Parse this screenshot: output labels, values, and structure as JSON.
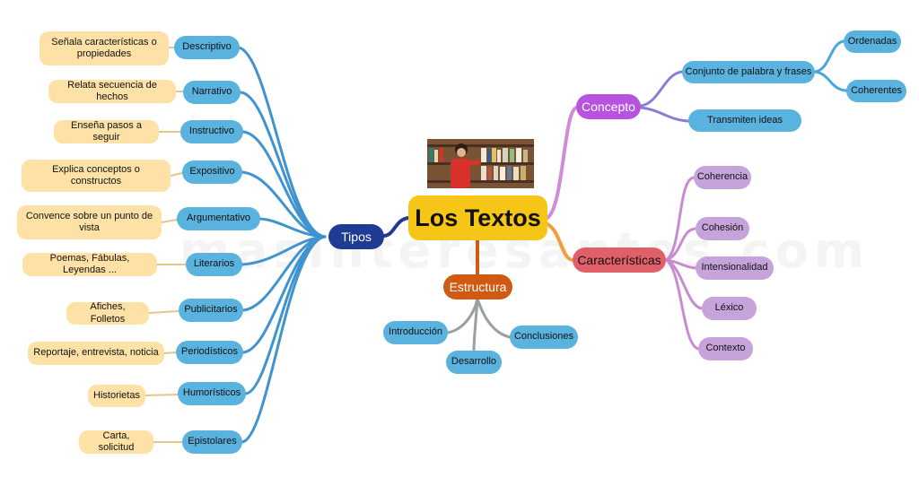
{
  "watermark": "masinteresantes.com",
  "central": {
    "title": "Los Textos"
  },
  "colors": {
    "central": "#f5c518",
    "tipos": "#1f3b94",
    "concepto": "#b853e0",
    "caracteristicas": "#e0606a",
    "estructura": "#d15a12",
    "blue_node": "#5ab3de",
    "tan_node": "#fde1a6",
    "lilac_node": "#c7a3dc"
  },
  "tipos": {
    "label": "Tipos",
    "items": [
      {
        "type": "Descriptivo",
        "desc": "Señala características o propiedades"
      },
      {
        "type": "Narrativo",
        "desc": "Relata secuencia de hechos"
      },
      {
        "type": "Instructivo",
        "desc": "Enseña pasos a seguir"
      },
      {
        "type": "Expositivo",
        "desc": "Explica conceptos o constructos"
      },
      {
        "type": "Argumentativo",
        "desc": "Convence sobre un punto de vista"
      },
      {
        "type": "Literarios",
        "desc": "Poemas, Fábulas, Leyendas ..."
      },
      {
        "type": "Publicitarios",
        "desc": "Afiches, Folletos"
      },
      {
        "type": "Periodísticos",
        "desc": "Reportaje, entrevista, noticia"
      },
      {
        "type": "Humorísticos",
        "desc": "Historietas"
      },
      {
        "type": "Epistolares",
        "desc": "Carta, solicitud"
      }
    ]
  },
  "concepto": {
    "label": "Concepto",
    "conjunto": "Conjunto de palabra y frases",
    "ordenadas": "Ordenadas",
    "coherentes": "Coherentes",
    "transmiten": "Transmiten ideas"
  },
  "caracteristicas": {
    "label": "Características",
    "items": [
      "Coherencia",
      "Cohesión",
      "Intensionalidad",
      "Léxico",
      "Contexto"
    ]
  },
  "estructura": {
    "label": "Estructura",
    "introduccion": "Introducción",
    "desarrollo": "Desarrollo",
    "conclusiones": "Conclusiones"
  },
  "image": {
    "icon": "child-reading-bookshelf-photo"
  }
}
